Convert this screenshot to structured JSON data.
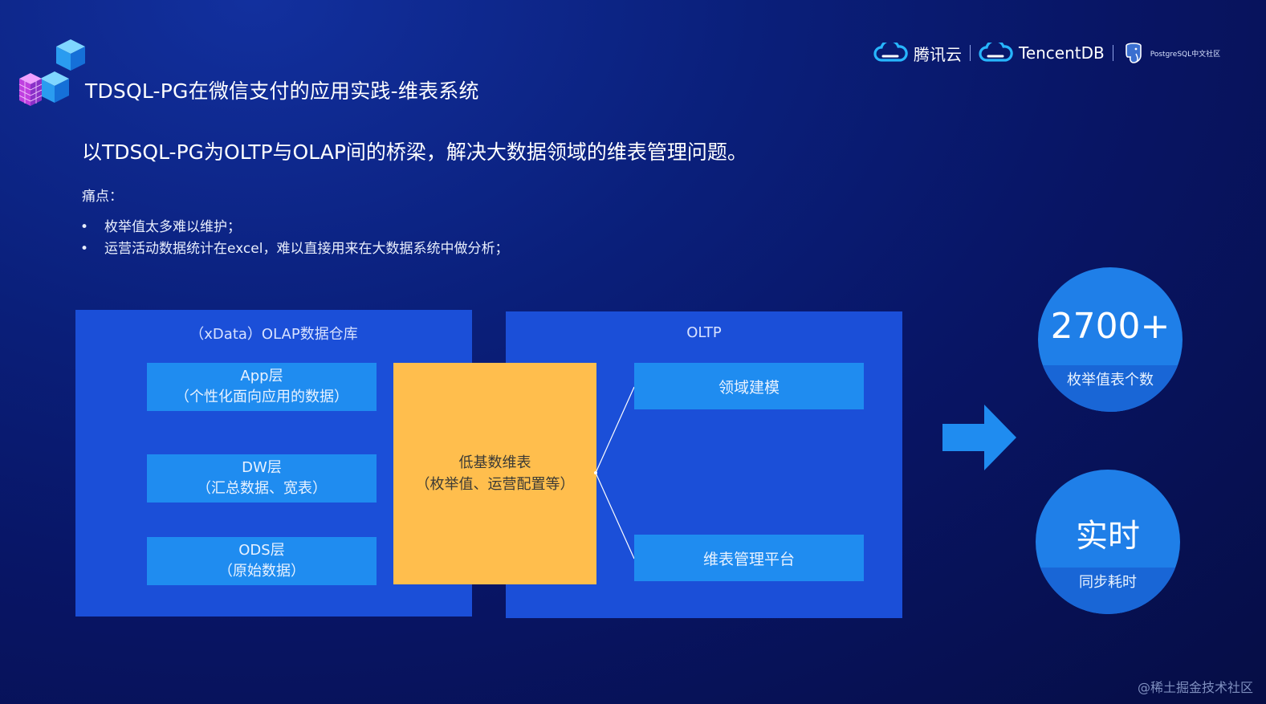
{
  "header": {
    "title": "TDSQL-PG在微信支付的应用实践-维表系统",
    "brands": [
      {
        "label": "腾讯云",
        "icon": "cloud-icon"
      },
      {
        "label": "TencentDB",
        "icon": "cloud-icon"
      },
      {
        "label": "PostgreSQL中文社区",
        "icon": "elephant-icon"
      }
    ]
  },
  "intro": {
    "subtitle": "以TDSQL-PG为OLTP与OLAP间的桥梁，解决大数据领域的维表管理问题。",
    "pain_label": "痛点：",
    "pain_points": [
      "枚举值太多难以维护；",
      "运营活动数据统计在excel，难以直接用来在大数据系统中做分析；"
    ]
  },
  "diagram": {
    "olap": {
      "title": "（xData）OLAP数据仓库",
      "layers": [
        {
          "name": "App层",
          "desc": "（个性化面向应用的数据）"
        },
        {
          "name": "DW层",
          "desc": "（汇总数据、宽表）"
        },
        {
          "name": "ODS层",
          "desc": "（原始数据）"
        }
      ]
    },
    "center": {
      "name": "低基数维表",
      "desc": "（枚举值、运营配置等）"
    },
    "oltp": {
      "title": "OLTP",
      "boxes": [
        "领域建模",
        "维表管理平台"
      ]
    }
  },
  "stats": [
    {
      "value": "2700+",
      "label": "枚举值表个数"
    },
    {
      "value": "实时",
      "label": "同步耗时"
    }
  ],
  "watermark": "@稀土掘金技术社区",
  "colors": {
    "panel": "#1b4fd8",
    "layer": "#1f8cf0",
    "center": "#ffbe4d",
    "arrow": "#1f8cf0"
  }
}
